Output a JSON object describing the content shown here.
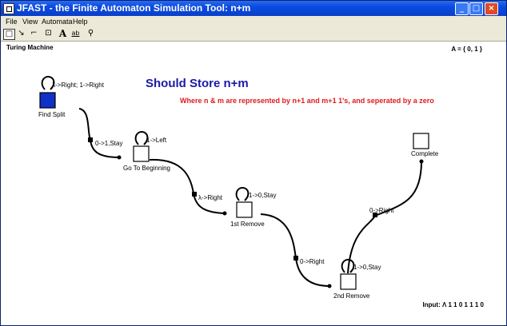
{
  "window": {
    "title": "JFAST - the Finite Automaton Simulation Tool: n+m"
  },
  "window_buttons": {
    "minimize": "_",
    "maximize": "□",
    "close": "×"
  },
  "menu": [
    "File",
    "View",
    "Automata",
    "Help"
  ],
  "toolbar": {
    "tools": [
      {
        "name": "select-tool-icon",
        "glyph": "□"
      },
      {
        "name": "transition-tool-icon",
        "glyph": "↘"
      },
      {
        "name": "comment-tool-icon",
        "glyph": "⌐"
      },
      {
        "name": "zoom-tool-icon",
        "glyph": "⊡"
      },
      {
        "name": "text-tool-icon",
        "glyph": "A"
      },
      {
        "name": "label-tool-icon",
        "glyph": "ab"
      },
      {
        "name": "run-tool-icon",
        "glyph": "⚲"
      }
    ]
  },
  "canvas": {
    "mode": "Turing Machine",
    "alphabet": "A = { 0, 1 }",
    "heading": "Should Store n+m",
    "subheading": "Where n & m are represented by n+1 and m+1 1's, and seperated by a zero",
    "input": "Input: Λ 1 1 0 1 1 1 0"
  },
  "states": [
    {
      "id": "find-split",
      "label": "Find Split",
      "loop": "λ->Right; 1->Right",
      "initial": true
    },
    {
      "id": "go-to-beginning",
      "label": "Go To Beginning",
      "loop": "1->Left"
    },
    {
      "id": "first-remove",
      "label": "1st Remove",
      "loop": "1->0,Stay"
    },
    {
      "id": "second-remove",
      "label": "2nd Remove",
      "loop": "1->0,Stay"
    },
    {
      "id": "complete",
      "label": "Complete",
      "loop": ""
    }
  ],
  "transitions": [
    {
      "id": "t1",
      "label": "0->1,Stay"
    },
    {
      "id": "t2",
      "label": "λ->Right"
    },
    {
      "id": "t3",
      "label": "0->Right"
    },
    {
      "id": "t4",
      "label": "0->Right"
    }
  ],
  "colors": {
    "initial_state": "#1030c8",
    "heading": "#1a1aa8",
    "subheading": "#e01a1a",
    "title_bar": "#0a4be0"
  }
}
